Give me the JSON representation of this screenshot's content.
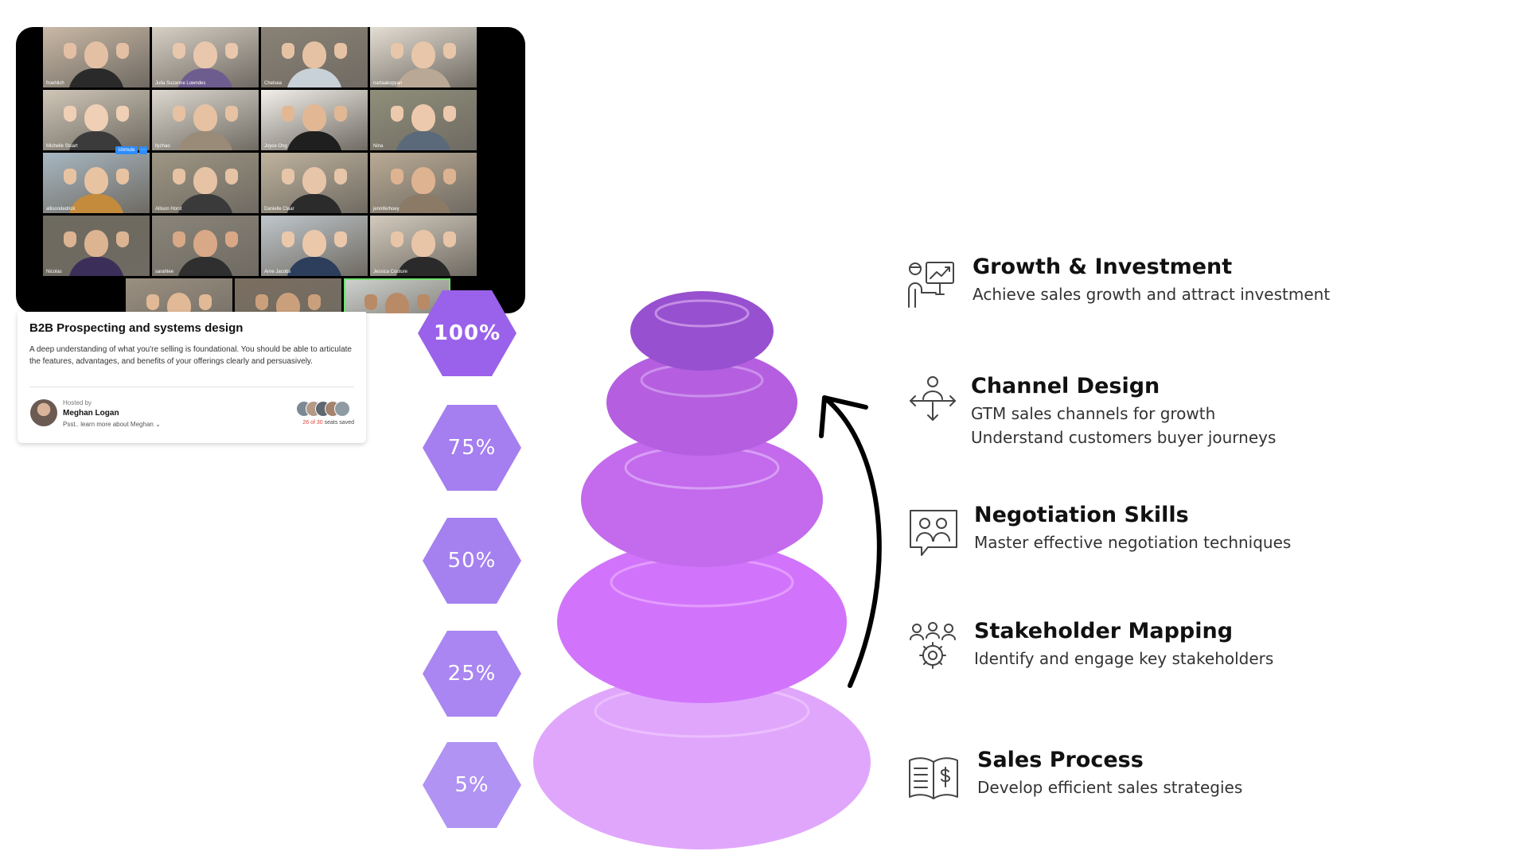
{
  "call": {
    "participants": [
      {
        "name": "froehlich",
        "bg": "#c9b8a6",
        "skin": "#e3c0a4",
        "shirt": "#2a2a2a"
      },
      {
        "name": "Julia Suzanne Lowndes",
        "bg": "#d6cfc4",
        "skin": "#e9c7ad",
        "shirt": "#6d5d8f"
      },
      {
        "name": "Chelsea",
        "bg": "#8a8276",
        "skin": "#e6c2a5",
        "shirt": "#c9d1d8"
      },
      {
        "name": "nartaakopyan",
        "bg": "#e3ddd3",
        "skin": "#e8c6aa",
        "shirt": "#b8a895"
      },
      {
        "name": "Michelle Stuart",
        "bg": "#cfc6b7",
        "skin": "#efcfb5",
        "shirt": "#3b3b3b"
      },
      {
        "name": "llyzhao",
        "bg": "#ddd8cf",
        "skin": "#e6c2a2",
        "shirt": "#9a8a78"
      },
      {
        "name": "Joyce Ong",
        "bg": "#f2efea",
        "skin": "#e2b894",
        "shirt": "#1f1f1f"
      },
      {
        "name": "Nina",
        "bg": "#8f8f7a",
        "skin": "#ecc9ad",
        "shirt": "#5a6a7a"
      },
      {
        "name": "allisondedrick",
        "bg": "#a7b7c2",
        "skin": "#e8c3a2",
        "shirt": "#c48b3c"
      },
      {
        "name": "Allison Horst",
        "bg": "#9e9684",
        "skin": "#e6c3a4",
        "shirt": "#3a3a3a"
      },
      {
        "name": "Danielle Claar",
        "bg": "#bfb39e",
        "skin": "#e7c5a8",
        "shirt": "#2b2b2b"
      },
      {
        "name": "jenniferhoey",
        "bg": "#b9aa94",
        "skin": "#deb392",
        "shirt": "#8a7a66"
      },
      {
        "name": "Nicolas",
        "bg": "#6d6a5f",
        "skin": "#dcb492",
        "shirt": "#3b2f5a"
      },
      {
        "name": "sarahlee",
        "bg": "#8a857a",
        "skin": "#d9a886",
        "shirt": "#2f2f2f"
      },
      {
        "name": "Arne Jacobs",
        "bg": "#bfc6cb",
        "skin": "#ecc8ab",
        "shirt": "#2c3e5c"
      },
      {
        "name": "Jessica Couture",
        "bg": "#d2cabd",
        "skin": "#e9c5a8",
        "shirt": "#2a2a2a"
      },
      {
        "name": "",
        "bg": "#9a8f80",
        "skin": "#e1b996",
        "shirt": "#2a2a2a"
      },
      {
        "name": "",
        "bg": "#7a6e60",
        "skin": "#caa07c",
        "shirt": "#3a3a3a"
      },
      {
        "name": "",
        "bg": "#cfd3d0",
        "skin": "#b98a66",
        "shirt": "#1e1e1e"
      }
    ],
    "unmute_label": "Unmute"
  },
  "event": {
    "title": "B2B Prospecting and systems design",
    "description": "A deep understanding of what you're selling is foundational. You should be able to articulate the features, advantages, and benefits of your offerings clearly and persuasively.",
    "hosted_by": "Hosted by",
    "host": "Meghan Logan",
    "host_more": "Psst.. learn more about Meghan ⌄",
    "seats_count": "26 of 30",
    "seats_suffix": " seats saved"
  },
  "hexes": [
    "100%",
    "75%",
    "50%",
    "25%",
    "5%"
  ],
  "colors": {
    "hex": [
      "#9a62ea",
      "#a57ef0",
      "#a581ef",
      "#a986f1",
      "#b193f3"
    ],
    "stack": [
      "#9750cf",
      "#b55fe0",
      "#c36bec",
      "#d174fb",
      "#e0a6fc"
    ],
    "stack_ring": [
      "#c48ee6",
      "#cc8fec",
      "#d89df6",
      "#e49cff",
      "#ebbefd"
    ]
  },
  "levels": [
    {
      "title": "Growth & Investment",
      "lines": [
        "Achieve sales growth and attract investment"
      ],
      "icon": "presentation-growth-icon"
    },
    {
      "title": "Channel Design",
      "lines": [
        "GTM sales channels for growth",
        "Understand customers buyer journeys"
      ],
      "icon": "person-channels-icon"
    },
    {
      "title": "Negotiation Skills",
      "lines": [
        "Master effective negotiation techniques"
      ],
      "icon": "meeting-people-icon"
    },
    {
      "title": "Stakeholder Mapping",
      "lines": [
        "Identify and engage key stakeholders"
      ],
      "icon": "team-gear-icon"
    },
    {
      "title": "Sales Process",
      "lines": [
        "Develop efficient sales strategies"
      ],
      "icon": "book-dollar-icon"
    }
  ]
}
